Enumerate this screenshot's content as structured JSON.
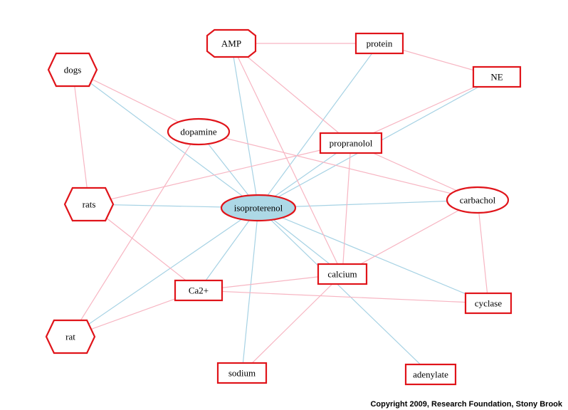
{
  "colors": {
    "node_stroke": "#e0141a",
    "center_fill": "#add8e6",
    "edge_blue": "#a6d2e4",
    "edge_pink": "#f7b5c2",
    "background": "#ffffff"
  },
  "nodes": [
    {
      "id": "isoproterenol",
      "label": "isoproterenol",
      "shape": "ellipse-filled"
    },
    {
      "id": "amp",
      "label": "AMP",
      "shape": "octagon"
    },
    {
      "id": "protein",
      "label": "protein",
      "shape": "box"
    },
    {
      "id": "ne",
      "label": "NE",
      "shape": "box"
    },
    {
      "id": "dogs",
      "label": "dogs",
      "shape": "hexagon"
    },
    {
      "id": "dopamine",
      "label": "dopamine",
      "shape": "ellipse"
    },
    {
      "id": "propranolol",
      "label": "propranolol",
      "shape": "box"
    },
    {
      "id": "rats",
      "label": "rats",
      "shape": "hexagon"
    },
    {
      "id": "carbachol",
      "label": "carbachol",
      "shape": "ellipse"
    },
    {
      "id": "calcium",
      "label": "calcium",
      "shape": "box"
    },
    {
      "id": "ca2",
      "label": "Ca2+",
      "shape": "box"
    },
    {
      "id": "cyclase",
      "label": "cyclase",
      "shape": "box"
    },
    {
      "id": "rat",
      "label": "rat",
      "shape": "hexagon"
    },
    {
      "id": "sodium",
      "label": "sodium",
      "shape": "box"
    },
    {
      "id": "adenylate",
      "label": "adenylate",
      "shape": "box"
    }
  ],
  "edges": [
    {
      "from": "isoproterenol",
      "to": "amp",
      "color": "blue"
    },
    {
      "from": "isoproterenol",
      "to": "protein",
      "color": "blue"
    },
    {
      "from": "isoproterenol",
      "to": "ne",
      "color": "blue"
    },
    {
      "from": "isoproterenol",
      "to": "dogs",
      "color": "blue"
    },
    {
      "from": "isoproterenol",
      "to": "dopamine",
      "color": "blue"
    },
    {
      "from": "isoproterenol",
      "to": "propranolol",
      "color": "blue"
    },
    {
      "from": "isoproterenol",
      "to": "rats",
      "color": "blue"
    },
    {
      "from": "isoproterenol",
      "to": "carbachol",
      "color": "blue"
    },
    {
      "from": "isoproterenol",
      "to": "calcium",
      "color": "blue"
    },
    {
      "from": "isoproterenol",
      "to": "ca2",
      "color": "blue"
    },
    {
      "from": "isoproterenol",
      "to": "cyclase",
      "color": "blue"
    },
    {
      "from": "isoproterenol",
      "to": "rat",
      "color": "blue"
    },
    {
      "from": "isoproterenol",
      "to": "sodium",
      "color": "blue"
    },
    {
      "from": "isoproterenol",
      "to": "adenylate",
      "color": "blue"
    },
    {
      "from": "amp",
      "to": "protein",
      "color": "pink"
    },
    {
      "from": "amp",
      "to": "propranolol",
      "color": "pink"
    },
    {
      "from": "amp",
      "to": "calcium",
      "color": "pink"
    },
    {
      "from": "protein",
      "to": "ne",
      "color": "pink"
    },
    {
      "from": "ne",
      "to": "propranolol",
      "color": "pink"
    },
    {
      "from": "dogs",
      "to": "dopamine",
      "color": "pink"
    },
    {
      "from": "dogs",
      "to": "rats",
      "color": "pink"
    },
    {
      "from": "dopamine",
      "to": "carbachol",
      "color": "pink"
    },
    {
      "from": "dopamine",
      "to": "rat",
      "color": "pink"
    },
    {
      "from": "propranolol",
      "to": "rats",
      "color": "pink"
    },
    {
      "from": "propranolol",
      "to": "carbachol",
      "color": "pink"
    },
    {
      "from": "propranolol",
      "to": "calcium",
      "color": "pink"
    },
    {
      "from": "rats",
      "to": "ca2",
      "color": "pink"
    },
    {
      "from": "carbachol",
      "to": "calcium",
      "color": "pink"
    },
    {
      "from": "carbachol",
      "to": "cyclase",
      "color": "pink"
    },
    {
      "from": "ca2",
      "to": "calcium",
      "color": "pink"
    },
    {
      "from": "ca2",
      "to": "cyclase",
      "color": "pink"
    },
    {
      "from": "ca2",
      "to": "rat",
      "color": "pink"
    },
    {
      "from": "calcium",
      "to": "sodium",
      "color": "pink"
    }
  ],
  "footer": {
    "copyright": "Copyright 2009, Research Foundation, Stony Brook"
  }
}
